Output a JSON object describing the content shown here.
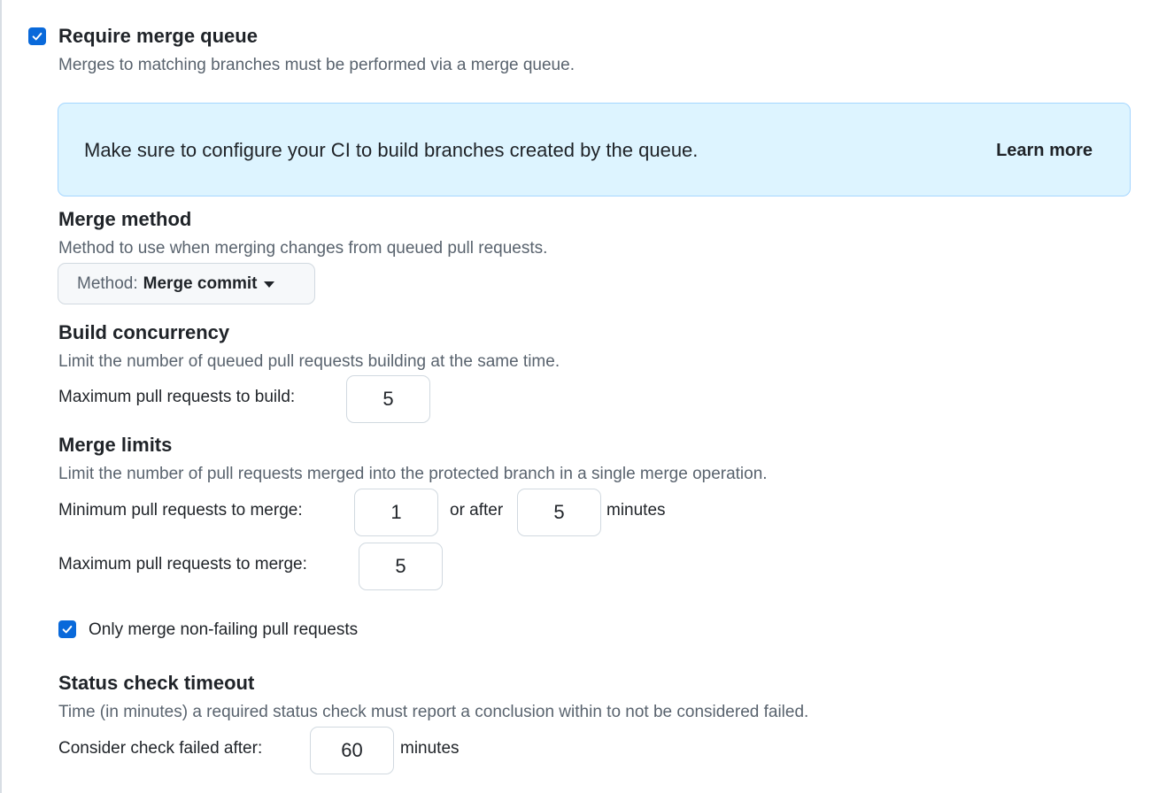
{
  "merge_queue": {
    "title": "Require merge queue",
    "description": "Merges to matching branches must be performed via a merge queue.",
    "checked": true
  },
  "banner": {
    "text": "Make sure to configure your CI to build branches created by the queue.",
    "link_label": "Learn more"
  },
  "merge_method": {
    "title": "Merge method",
    "description": "Method to use when merging changes from queued pull requests.",
    "select_prefix": "Method:",
    "select_value": "Merge commit"
  },
  "build_concurrency": {
    "title": "Build concurrency",
    "description": "Limit the number of queued pull requests building at the same time.",
    "max_label": "Maximum pull requests to build:",
    "max_value": "5"
  },
  "merge_limits": {
    "title": "Merge limits",
    "description": "Limit the number of pull requests merged into the protected branch in a single merge operation.",
    "min_label": "Minimum pull requests to merge:",
    "min_value": "1",
    "or_after_label": "or after",
    "wait_value": "5",
    "minutes_label": "minutes",
    "max_label": "Maximum pull requests to merge:",
    "max_value": "5"
  },
  "non_failing": {
    "label": "Only merge non-failing pull requests",
    "checked": true
  },
  "status_check_timeout": {
    "title": "Status check timeout",
    "description": "Time (in minutes) a required status check must report a conclusion within to not be considered failed.",
    "label": "Consider check failed after:",
    "value": "60",
    "minutes_label": "minutes"
  },
  "colors": {
    "accent": "#0969da",
    "banner_bg": "#ddf4ff",
    "banner_border": "#a5d6ff",
    "muted_text": "#59636e",
    "text": "#1f2328"
  }
}
